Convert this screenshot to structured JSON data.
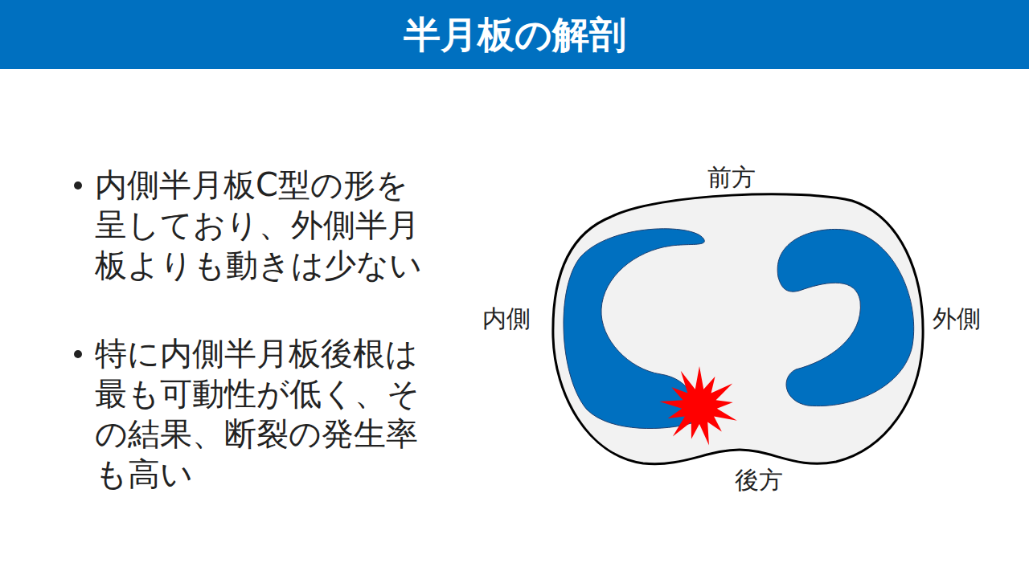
{
  "diagram": {
    "title": "半月板の解剖",
    "labels": [
      "内側半月板C型の形を呈しており、外側半月板よりも動きは少ない",
      "特に内側半月板後根は最も可動性が低く、その結果、断裂の発生率も高い",
      "前方",
      "内側",
      "外側",
      "後方"
    ]
  }
}
